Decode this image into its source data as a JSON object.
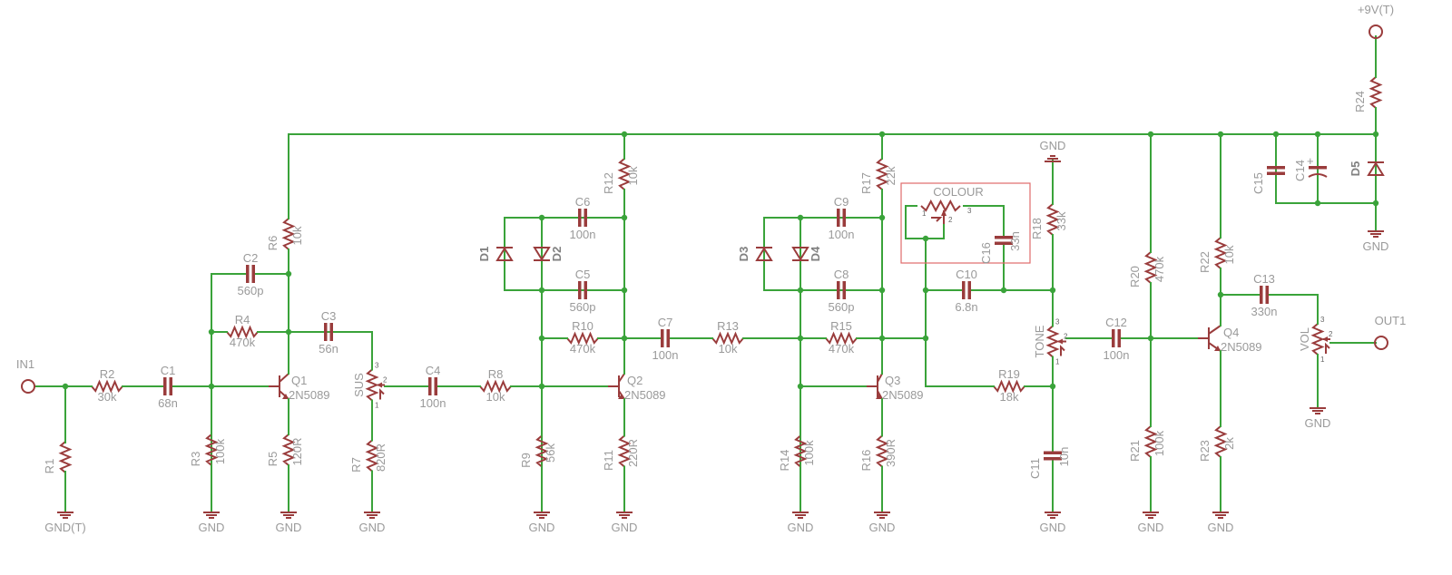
{
  "power": {
    "label": "+9V(T)"
  },
  "ports": {
    "in": "IN1",
    "out": "OUT1"
  },
  "grounds": {
    "gnd": "GND",
    "gnd_t": "GND(T)"
  },
  "group_label": "COLOUR",
  "resistors": [
    {
      "ref": "R1",
      "value": ""
    },
    {
      "ref": "R2",
      "value": "30k"
    },
    {
      "ref": "R3",
      "value": "100k"
    },
    {
      "ref": "R4",
      "value": "470k"
    },
    {
      "ref": "R5",
      "value": "120R"
    },
    {
      "ref": "R6",
      "value": "10k"
    },
    {
      "ref": "R7",
      "value": "820R"
    },
    {
      "ref": "R8",
      "value": "10k"
    },
    {
      "ref": "R9",
      "value": "56k"
    },
    {
      "ref": "R10",
      "value": "470k"
    },
    {
      "ref": "R11",
      "value": "220R"
    },
    {
      "ref": "R12",
      "value": "10k"
    },
    {
      "ref": "R13",
      "value": "10k"
    },
    {
      "ref": "R14",
      "value": "100k"
    },
    {
      "ref": "R15",
      "value": "470k"
    },
    {
      "ref": "R16",
      "value": "390R"
    },
    {
      "ref": "R17",
      "value": "22k"
    },
    {
      "ref": "R18",
      "value": "33k"
    },
    {
      "ref": "R19",
      "value": "18k"
    },
    {
      "ref": "R20",
      "value": "470k"
    },
    {
      "ref": "R21",
      "value": "100k"
    },
    {
      "ref": "R22",
      "value": "10k"
    },
    {
      "ref": "R23",
      "value": "2k"
    },
    {
      "ref": "R24",
      "value": ""
    }
  ],
  "capacitors": [
    {
      "ref": "C1",
      "value": "68n"
    },
    {
      "ref": "C2",
      "value": "560p"
    },
    {
      "ref": "C3",
      "value": "56n"
    },
    {
      "ref": "C4",
      "value": "100n"
    },
    {
      "ref": "C5",
      "value": "560p"
    },
    {
      "ref": "C6",
      "value": "100n"
    },
    {
      "ref": "C7",
      "value": "100n"
    },
    {
      "ref": "C8",
      "value": "560p"
    },
    {
      "ref": "C9",
      "value": "100n"
    },
    {
      "ref": "C10",
      "value": "6.8n"
    },
    {
      "ref": "C11",
      "value": "10n"
    },
    {
      "ref": "C12",
      "value": "100n"
    },
    {
      "ref": "C13",
      "value": "330n"
    },
    {
      "ref": "C14",
      "value": ""
    },
    {
      "ref": "C15",
      "value": ""
    },
    {
      "ref": "C16",
      "value": "33n"
    }
  ],
  "transistors": [
    {
      "ref": "Q1",
      "value": "2N5089"
    },
    {
      "ref": "Q2",
      "value": "2N5089"
    },
    {
      "ref": "Q3",
      "value": "2N5089"
    },
    {
      "ref": "Q4",
      "value": "2N5089"
    }
  ],
  "diodes": [
    "D1",
    "D2",
    "D3",
    "D4",
    "D5"
  ],
  "pots": [
    "SUS",
    "TONE",
    "VOL"
  ],
  "pin_numbers": [
    "1",
    "2",
    "3"
  ]
}
